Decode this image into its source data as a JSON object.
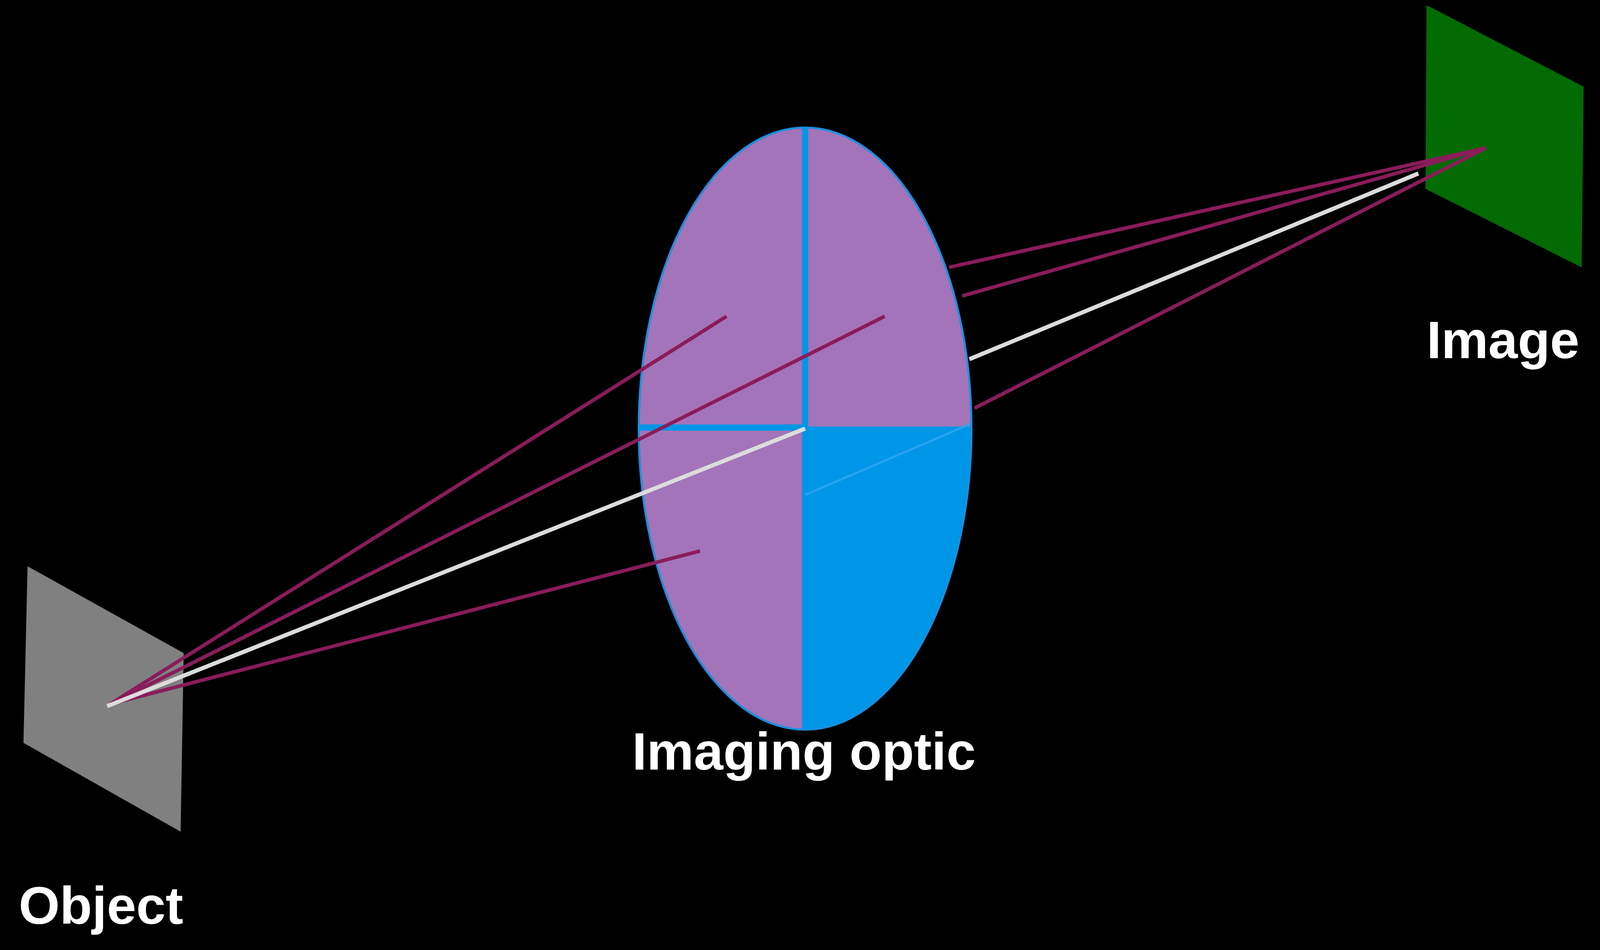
{
  "diagram": {
    "labels": [
      "Image",
      "Imaging optic",
      "Object"
    ]
  }
}
